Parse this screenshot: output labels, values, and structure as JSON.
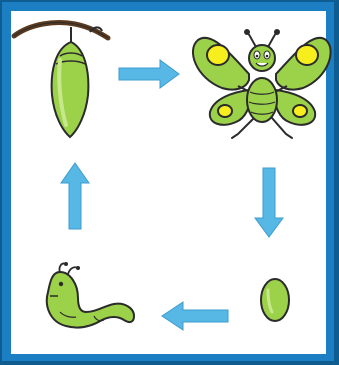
{
  "diagram": {
    "type": "life-cycle",
    "stages": [
      {
        "id": "chrysalis",
        "icon": "chrysalis-icon"
      },
      {
        "id": "butterfly",
        "icon": "butterfly-icon"
      },
      {
        "id": "egg",
        "icon": "egg-icon"
      },
      {
        "id": "caterpillar",
        "icon": "caterpillar-icon"
      }
    ],
    "flow": [
      {
        "from": "chrysalis",
        "to": "butterfly",
        "direction": "right"
      },
      {
        "from": "butterfly",
        "to": "egg",
        "direction": "down"
      },
      {
        "from": "egg",
        "to": "caterpillar",
        "direction": "left"
      },
      {
        "from": "caterpillar",
        "to": "chrysalis",
        "direction": "up"
      }
    ]
  },
  "colors": {
    "frame": "#1c7fc4",
    "frame_shadow": "#0f5c91",
    "arrow": "#57b8e6",
    "body_green": "#9cd14a",
    "light_green": "#c7e88a",
    "wing_spot": "#f7ee1d",
    "outline": "#2b2b2b",
    "branch": "#5a3a1e"
  }
}
